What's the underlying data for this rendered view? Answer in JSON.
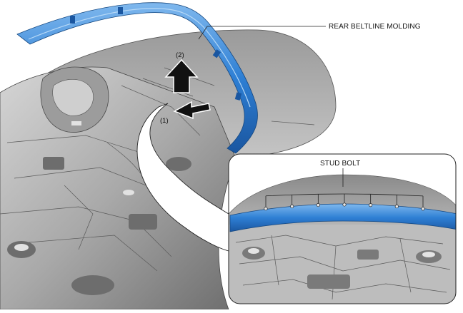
{
  "labels": {
    "part_name": "REAR BELTLINE MOLDING",
    "detail_callout": "STUD BOLT"
  },
  "steps": [
    "(1)",
    "(2)"
  ],
  "colors": {
    "molding": "#2e7fd4",
    "molding_highlight": "#7fb8ee",
    "molding_shadow": "#1a56a0",
    "body_light": "#bdbdbd",
    "body_mid": "#8f8f8f",
    "body_dark": "#555555",
    "arrow": "#111111",
    "leader": "#222222"
  },
  "icons": {
    "step_1_arrow": "arrow-left-icon",
    "step_2_arrow": "arrow-up-icon"
  },
  "detail_stud_count": 7
}
